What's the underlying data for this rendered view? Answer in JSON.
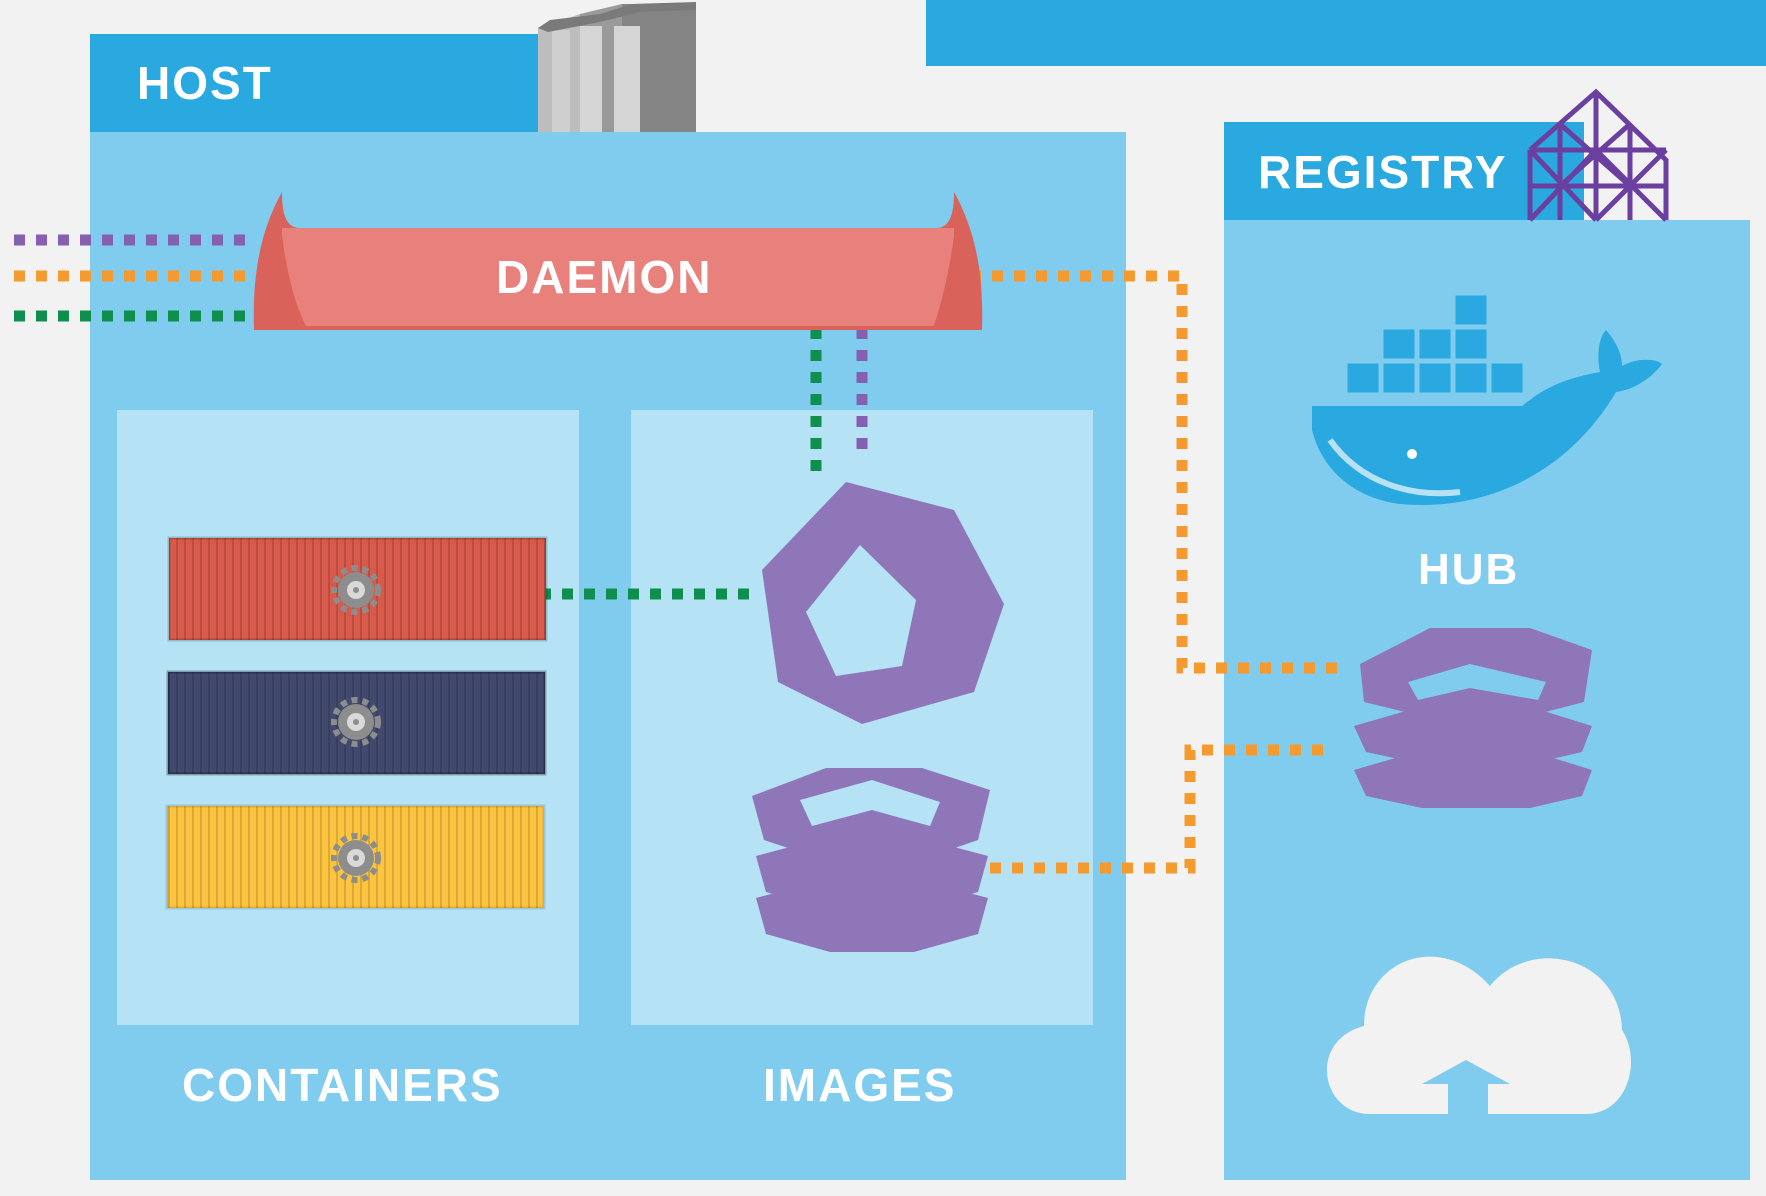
{
  "labels": {
    "host": "HOST",
    "registry": "REGISTRY",
    "daemon": "DAEMON",
    "hub": "HUB",
    "containers": "CONTAINERS",
    "images": "IMAGES"
  },
  "containers": [
    {
      "color": "#d85a4b",
      "name": "red"
    },
    {
      "color": "#414a6e",
      "name": "navy"
    },
    {
      "color": "#fdc43f",
      "name": "yellow"
    }
  ],
  "icons": {
    "host": "server-icon",
    "registry": "scaffold-icon",
    "hub": "docker-whale-icon",
    "cloud": "cloud-upload-icon",
    "image": "image-layer-icon",
    "container_gear": "gear-icon"
  },
  "colors": {
    "background": "#f2f2f2",
    "header_blue": "#2aa8e0",
    "panel_blue": "#80ccee",
    "inner_panel": "#b5e2f5",
    "daemon": "#e8817b",
    "daemon_dark": "#d9625a",
    "image_purple": "#8f76b8",
    "line_purple": "#8560b0",
    "line_orange": "#f59a2f",
    "line_green": "#0e8f4d"
  }
}
